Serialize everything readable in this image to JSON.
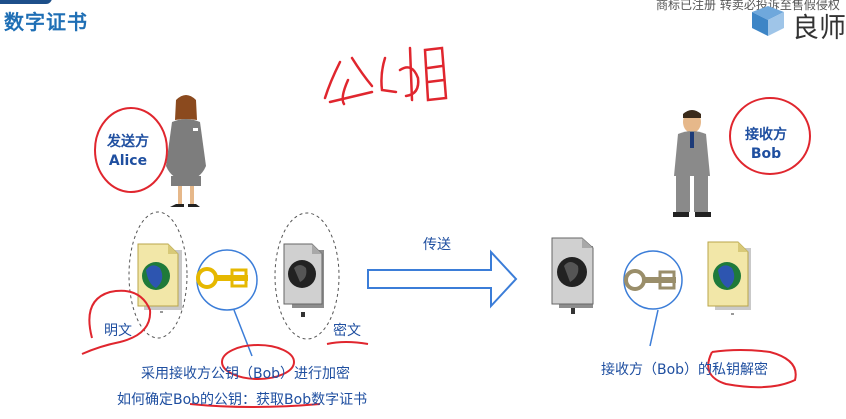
{
  "header": {
    "title": "数字证书",
    "watermark": "商标已注册  转卖必投诉至售假侵权",
    "logo_text": "良师"
  },
  "annotation": {
    "handwritten": "公钥"
  },
  "sender": {
    "role": "发送方",
    "name": "Alice"
  },
  "receiver": {
    "role": "接收方",
    "name": "Bob"
  },
  "labels": {
    "plaintext": "明文",
    "ciphertext": "密文",
    "transfer": "传送"
  },
  "notes": {
    "encrypt": "采用接收方公钥（Bob）进行加密",
    "how_to_confirm": "如何确定Bob的公钥：获取Bob数字证书",
    "decrypt": "接收方（Bob）的私钥解密"
  },
  "colors": {
    "title_blue": "#1f6fb5",
    "label_blue": "#1f4fa0",
    "annotation_red": "#e0262e",
    "key_gold": "#e6b800"
  }
}
